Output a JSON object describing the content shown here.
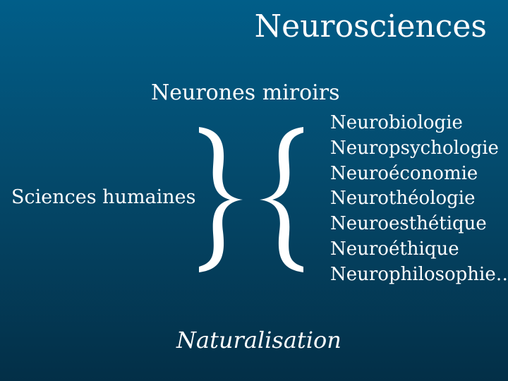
{
  "slide": {
    "title": "Neurosciences",
    "top_label": "Neurones miroirs",
    "left_label": "Sciences humaines",
    "fields": [
      "Neurobiologie",
      "Neuropsychologie",
      "Neuroéconomie",
      "Neurothéologie",
      "Neuroesthétique",
      "Neuroéthique",
      "Neurophilosophie…"
    ],
    "footer": "Naturalisation"
  },
  "colors": {
    "background_top": "#015e89",
    "background_bottom": "#032f47",
    "text": "#ffffff"
  },
  "icons": [
    "right-curly-brace",
    "left-curly-brace"
  ]
}
